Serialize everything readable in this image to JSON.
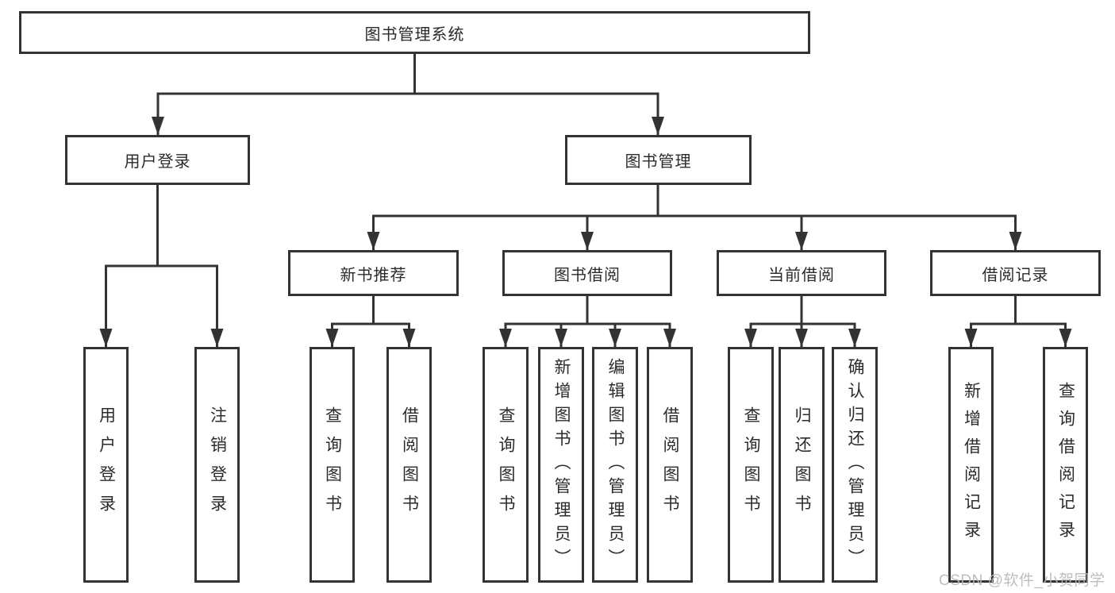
{
  "tree": {
    "root_label": "图书管理系统",
    "user_branch": {
      "label": "用户登录",
      "children": [
        "用户登录",
        "注销登录"
      ]
    },
    "book_branch": {
      "label": "图书管理",
      "groups": [
        {
          "label": "新书推荐",
          "children": [
            "查询图书",
            "借阅图书"
          ]
        },
        {
          "label": "图书借阅",
          "children": [
            "查询图书",
            "新增图书（管理员）",
            "编辑图书（管理员）",
            "借阅图书"
          ]
        },
        {
          "label": "当前借阅",
          "children": [
            "查询图书",
            "归还图书",
            "确认归还（管理员）"
          ]
        },
        {
          "label": "借阅记录",
          "children": [
            "新增借阅记录",
            "查询借阅记录"
          ]
        }
      ]
    }
  },
  "watermark": "CSDN @软件_小贺同学",
  "colors": {
    "line": "#333333",
    "text": "#2b2b2b",
    "box_fill": "#ffffff",
    "watermark": "#b9b9b9"
  }
}
